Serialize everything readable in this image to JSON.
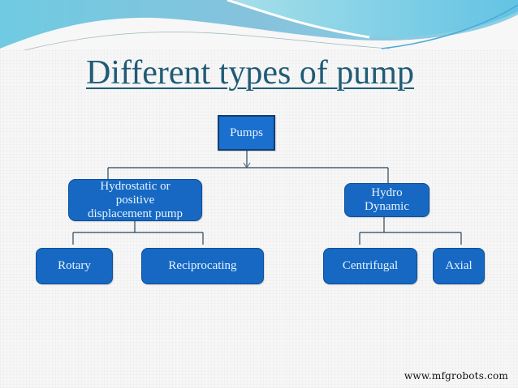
{
  "slide": {
    "title": "Different types of pump",
    "colors": {
      "title": "#1f5b75",
      "box_fill": "#1668c2",
      "box_text": "#e6f4ff",
      "connector": "#27465e",
      "header_wave": "#7cc6e0"
    }
  },
  "diagram": {
    "root": {
      "label": "Pumps"
    },
    "branches": [
      {
        "label": "Hydrostatic or positive displacement pump",
        "lines": [
          "Hydrostatic or",
          "positive",
          "displacement pump"
        ],
        "children": [
          {
            "label": "Rotary"
          },
          {
            "label": "Reciprocating"
          }
        ]
      },
      {
        "label": "Hydro Dynamic",
        "lines": [
          "Hydro",
          "Dynamic"
        ],
        "children": [
          {
            "label": "Centrifugal"
          },
          {
            "label": "Axial"
          }
        ]
      }
    ]
  },
  "watermark": "www.mfgrobots.com"
}
